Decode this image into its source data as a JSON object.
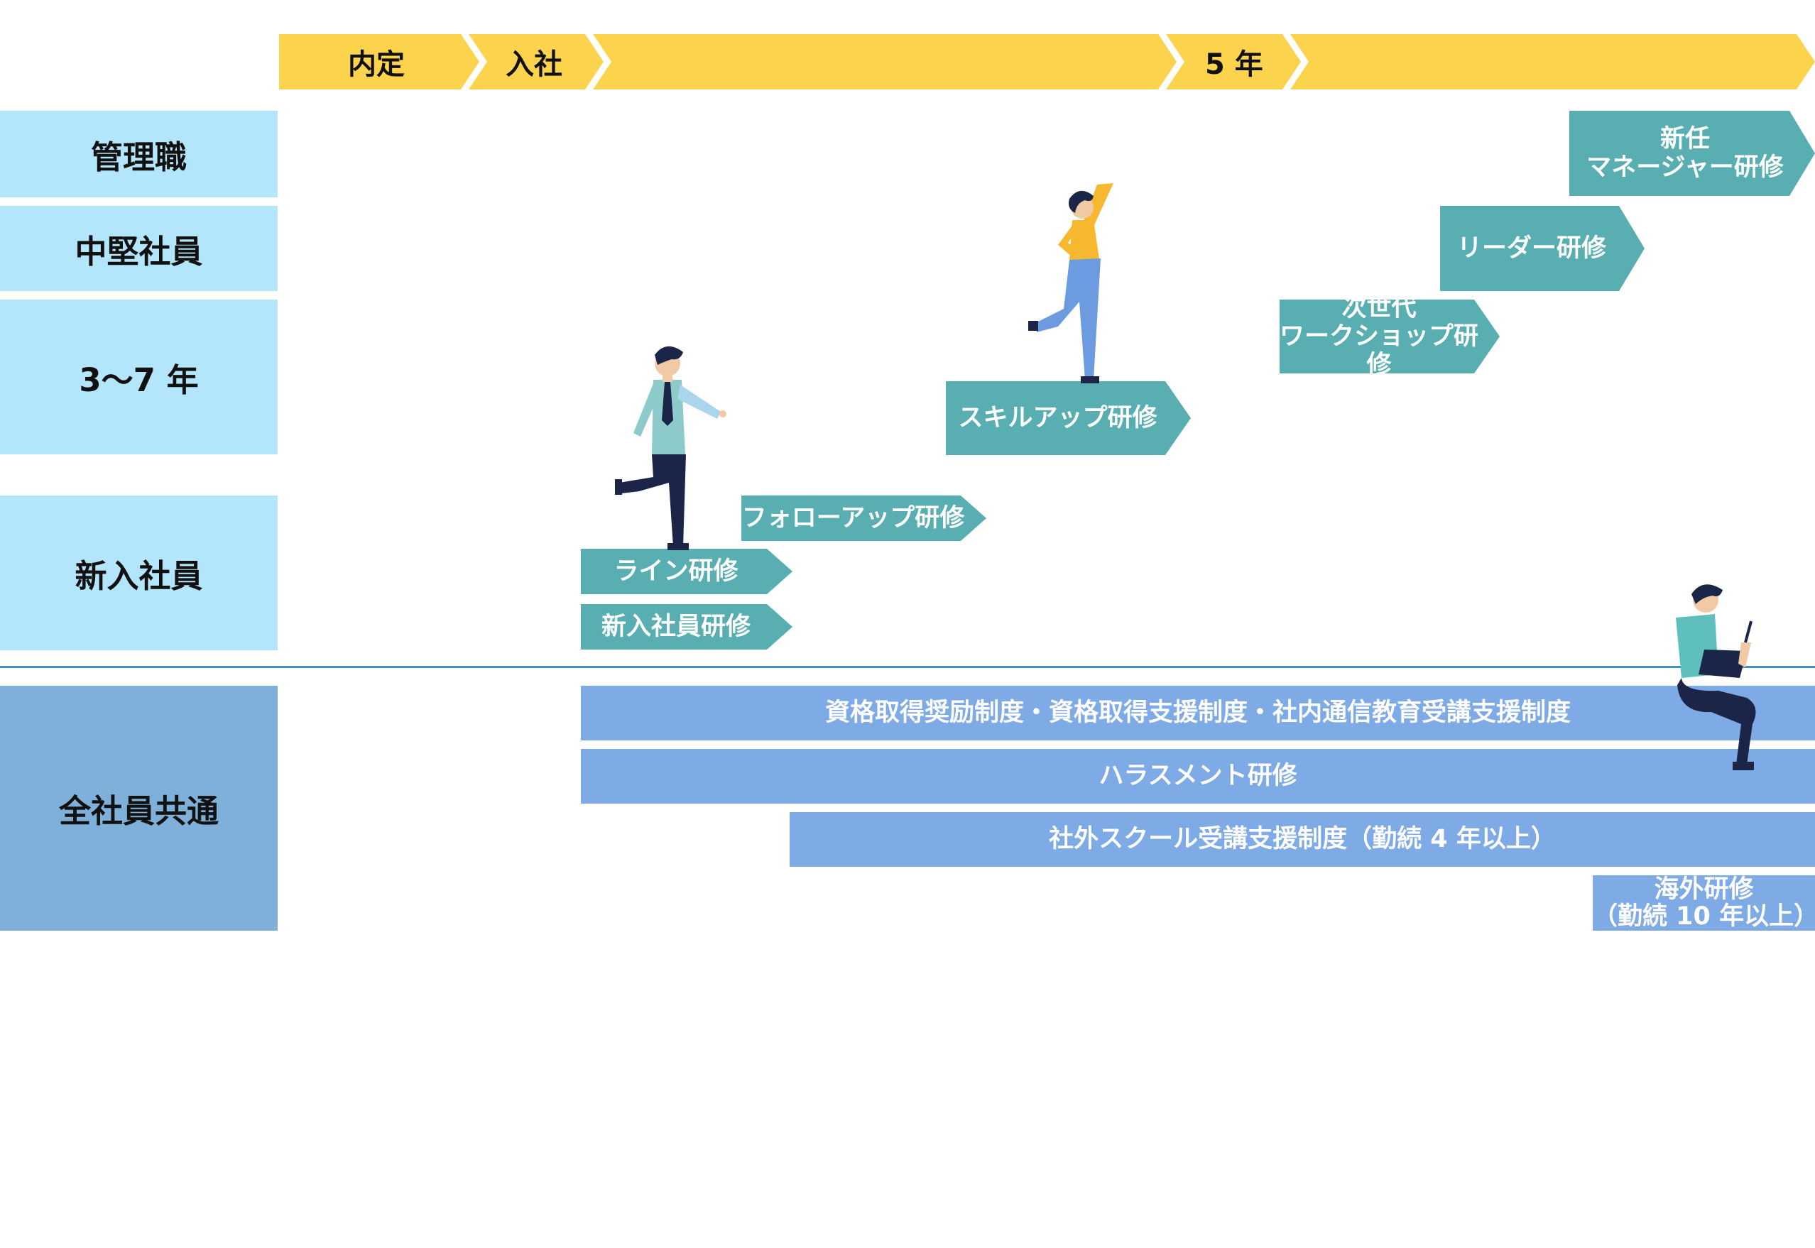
{
  "timeline": {
    "offer": "内定",
    "join": "入社",
    "year5": "5 年"
  },
  "levels": {
    "manager": "管理職",
    "mid": "中堅社員",
    "y3to7": "3〜7 年",
    "newhire": "新入社員",
    "common": "全社員共通"
  },
  "trainings": {
    "new_manager_1": "新任",
    "new_manager_2": "マネージャー研修",
    "leader": "リーダー研修",
    "next_gen_1": "次世代",
    "next_gen_2": "ワークショップ研修",
    "skill_up": "スキルアップ研修",
    "follow_up": "フォローアップ研修",
    "line": "ライン研修",
    "new_employee": "新入社員研修"
  },
  "programs": {
    "qualification": "資格取得奨励制度・資格取得支援制度・社内通信教育受講支援制度",
    "harassment": "ハラスメント研修",
    "external_school": "社外スクール受講支援制度（勤続 4 年以上）",
    "overseas_1": "海外研修",
    "overseas_2": "（勤続 10 年以上）"
  },
  "colors": {
    "timeline": "#fcd34d",
    "level_bg": "#b3e5fb",
    "common_bg": "#7eb0da",
    "training_arrow": "#58aeb0",
    "program_bar": "#7eaae6",
    "divider": "#4a8fc0"
  },
  "icons": [
    "running-man-icon",
    "jumping-woman-icon",
    "sitting-man-icon"
  ]
}
